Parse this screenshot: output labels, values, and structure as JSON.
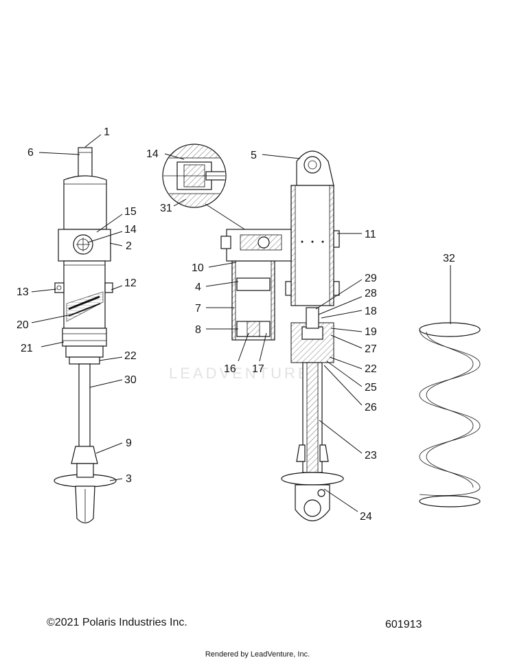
{
  "diagram": {
    "callouts": [
      "1",
      "6",
      "15",
      "14",
      "2",
      "13",
      "12",
      "20",
      "21",
      "22",
      "30",
      "9",
      "3",
      "14",
      "5",
      "31",
      "11",
      "10",
      "4",
      "7",
      "8",
      "16",
      "17",
      "29",
      "28",
      "18",
      "19",
      "27",
      "22",
      "25",
      "26",
      "23",
      "24",
      "32"
    ],
    "watermark": "LEADVENTURE"
  },
  "footer": {
    "copyright": "©2021 Polaris Industries Inc.",
    "diagram_number": "601913",
    "credit": "Rendered by LeadVenture, Inc."
  }
}
